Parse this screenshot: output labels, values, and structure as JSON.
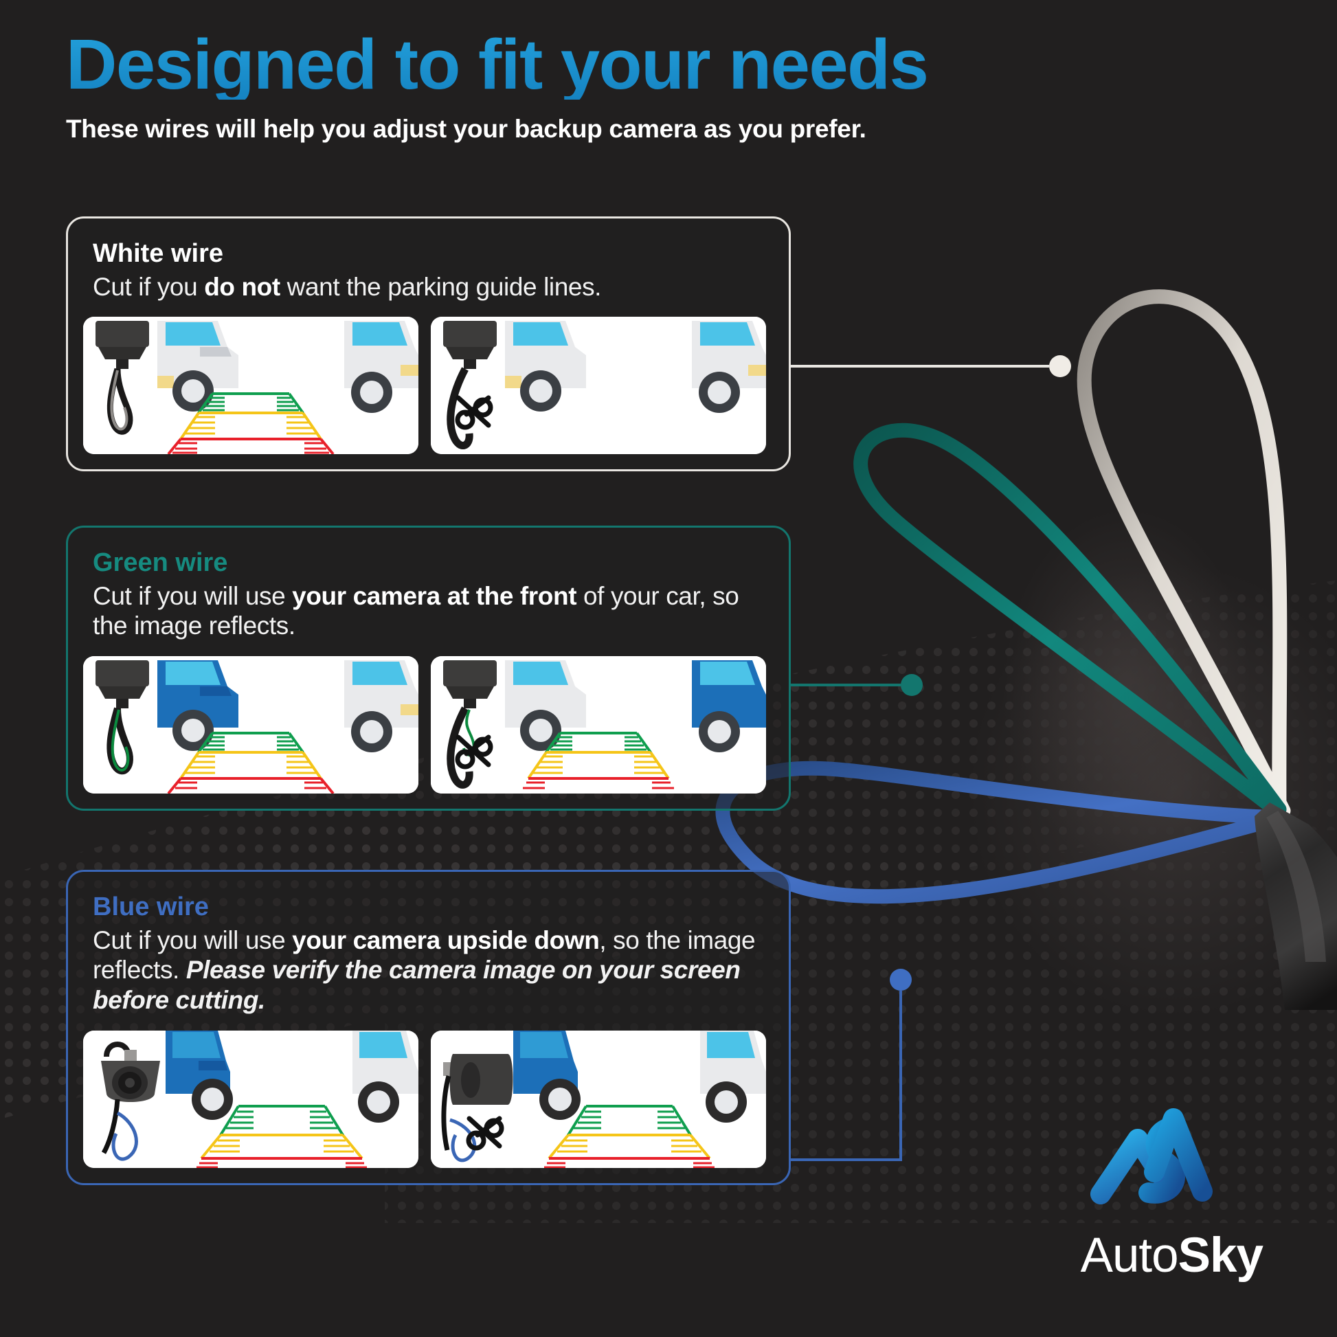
{
  "header": {
    "title": "Designed to fit your needs",
    "subtitle": "These wires will help you adjust your backup camera as you prefer."
  },
  "cards": [
    {
      "id": "white",
      "heading": "White wire",
      "body_plain": "Cut if you do not want the parking guide lines.",
      "body_pre": "Cut if you ",
      "body_bold": "do not",
      "body_post": " want the parking guide lines.",
      "accent": "#e9e6e1",
      "heading_color": "#ffffff",
      "shots": [
        {
          "label": "camera-preview-with-guide-lines",
          "cut": false,
          "car_color": "#ffffff"
        },
        {
          "label": "camera-preview-wire-cut",
          "cut": true,
          "car_color": "#ffffff"
        }
      ]
    },
    {
      "id": "green",
      "heading": "Green wire",
      "body_plain": "Cut if you will use your camera at the front of your car, so the image reflects.",
      "body_pre": "Cut if you will use ",
      "body_bold": "your camera at the front",
      "body_post": " of your car, so the image reflects.",
      "accent": "#13766e",
      "heading_color": "#168b80",
      "shots": [
        {
          "label": "camera-preview-normal-orientation",
          "cut": false,
          "car_color": "#1c6fb8"
        },
        {
          "label": "camera-preview-mirrored",
          "cut": true,
          "car_color": "#1c6fb8"
        }
      ]
    },
    {
      "id": "blue",
      "heading": "Blue wire",
      "body_plain": "Cut if you will use your camera upside down, so the image reflects. Please verify the camera image on your screen before cutting.",
      "body_pre": "Cut if you will use ",
      "body_bold": "your camera upside down",
      "body_mid": ", so the image reflects. ",
      "body_italic": "Please verify the camera image on your screen before cutting.",
      "accent": "#3a66b5",
      "heading_color": "#3f6ec2",
      "shots": [
        {
          "label": "side-camera-preview-normal",
          "cut": false,
          "car_color": "#1c6fb8"
        },
        {
          "label": "side-camera-preview-flipped",
          "cut": true,
          "car_color": "#1c6fb8"
        }
      ]
    }
  ],
  "guide_lines": {
    "green": "#0f9e4e",
    "yellow": "#f5c518",
    "red": "#e8202a"
  },
  "wires": [
    {
      "name": "white-wire",
      "color": "#ded9d2"
    },
    {
      "name": "green-wire",
      "color": "#12887e"
    },
    {
      "name": "blue-wire",
      "color": "#3a66b5"
    }
  ],
  "logo": {
    "mark": "autosky-ribbon-mark",
    "word_light": "Auto",
    "word_bold": "Sky",
    "gradient_from": "#29a8e0",
    "gradient_to": "#1f5fa8"
  }
}
